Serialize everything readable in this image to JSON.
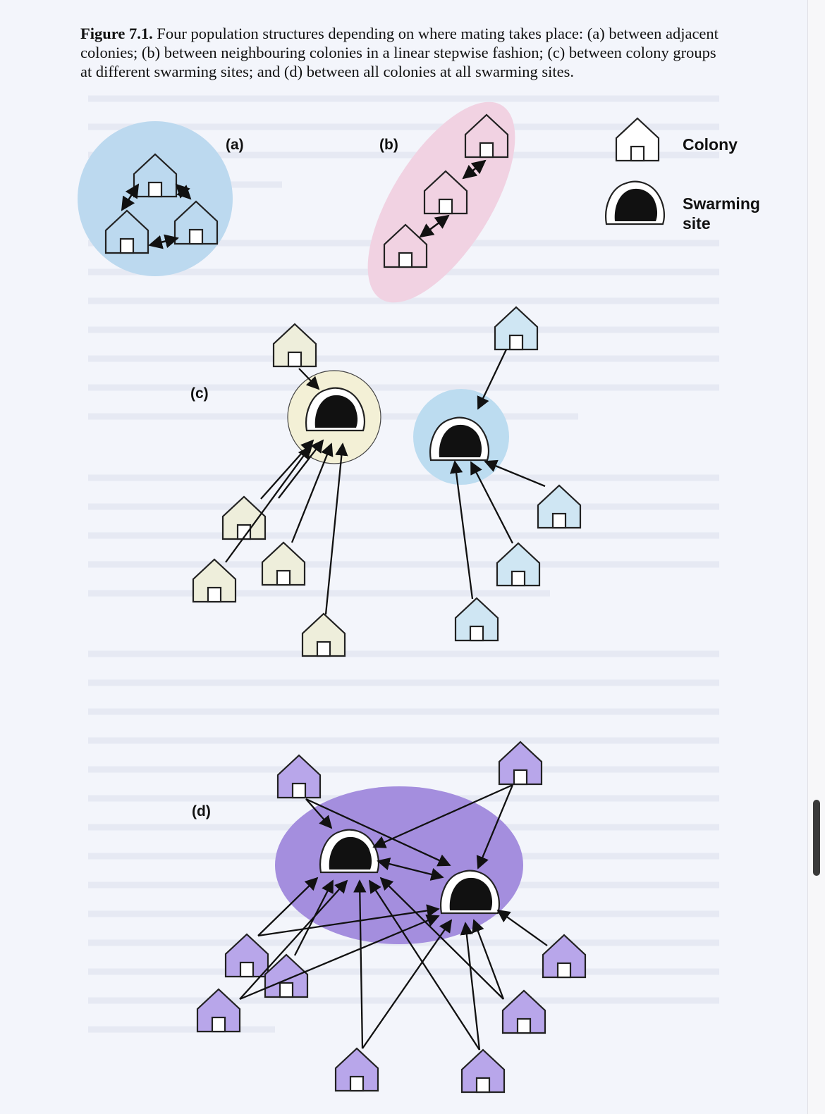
{
  "caption": {
    "label": "Figure 7.1.",
    "text": " Four population structures depending on where mating takes place: (a) between adjacent colonies; (b) between neighbouring colonies in a linear stepwise fashion; (c) between colony groups at different swarming sites; and (d) between all colonies at all swarming sites."
  },
  "panels": {
    "a": "(a)",
    "b": "(b)",
    "c": "(c)",
    "d": "(d)"
  },
  "legend": {
    "colony": "Colony",
    "swarming_line1": "Swarming",
    "swarming_line2": "site"
  },
  "colors": {
    "panel_a": "#bcd9ef",
    "panel_b": "#f1d2e2",
    "panel_c_site": "#f3f0d6",
    "panel_c_site2": "#bcdcf0",
    "panel_d": "#a48ede",
    "colony_c_pale": "#eeeedb",
    "colony_c_blue": "#cfe6f3",
    "colony_d": "#b8a6ea"
  },
  "icons": [
    "colony-house-icon",
    "swarming-cave-icon",
    "arrow-icon"
  ]
}
